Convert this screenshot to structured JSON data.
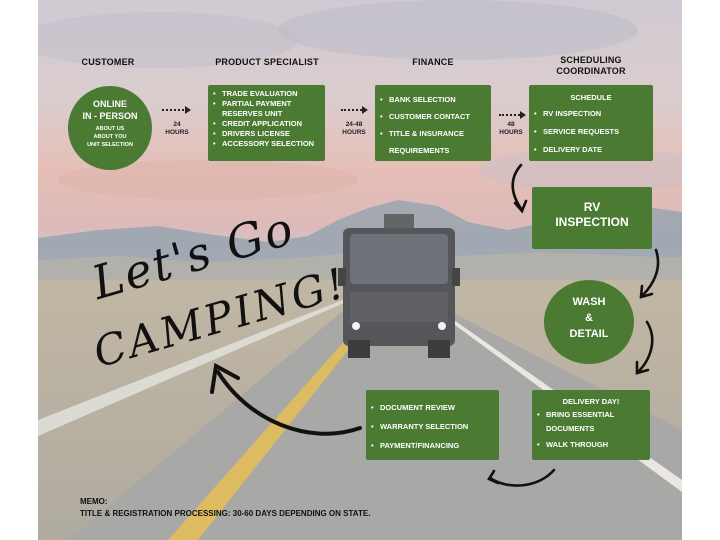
{
  "headers": {
    "customer": "CUSTOMER",
    "product_specialist": "PRODUCT SPECIALIST",
    "finance": "FINANCE",
    "scheduling_coordinator": "SCHEDULING COORDINATOR"
  },
  "customer_circle": {
    "title_line1": "ONLINE",
    "title_line2": "IN - PERSON",
    "sub1": "ABOUT US",
    "sub2": "ABOUT YOU",
    "sub3": "UNIT SELECTION"
  },
  "product_specialist_box": {
    "items": [
      "TRADE EVALUATION",
      "PARTIAL PAYMENT RESERVES UNIT",
      "CREDIT APPLICATION",
      "DRIVERS LICENSE",
      "ACCESSORY SELECTION"
    ]
  },
  "finance_box": {
    "items": [
      "BANK SELECTION",
      "CUSTOMER CONTACT",
      "TITLE & INSURANCE REQUIREMENTS"
    ]
  },
  "scheduling_box": {
    "title": "SCHEDULE",
    "items": [
      "RV INSPECTION",
      "SERVICE REQUESTS",
      "DELIVERY DATE"
    ]
  },
  "timings": {
    "t1": "24 HOURS",
    "t2": "24-48 HOURS",
    "t3": "48 HOURS"
  },
  "rv_inspection_box": {
    "line1": "RV",
    "line2": "INSPECTION"
  },
  "wash_detail_circle": {
    "line1": "WASH",
    "line2": "&",
    "line3": "DETAIL"
  },
  "delivery_box": {
    "title": "DELIVERY DAY!",
    "items": [
      "BRING ESSENTIAL DOCUMENTS",
      "WALK THROUGH"
    ]
  },
  "documents_box": {
    "items": [
      "DOCUMENT REVIEW",
      "WARRANTY SELECTION",
      "PAYMENT/FINANCING"
    ]
  },
  "script_text": {
    "line1": "Let's Go",
    "line2": "CAMPING!"
  },
  "memo": {
    "label": "MEMO:",
    "text": "TITLE & REGISTRATION PROCESSING: 30-60 DAYS DEPENDING ON STATE."
  },
  "colors": {
    "box_green": "#4b7a33",
    "sky_pink": "#e9b3a4",
    "road": "#9c9d9a"
  }
}
